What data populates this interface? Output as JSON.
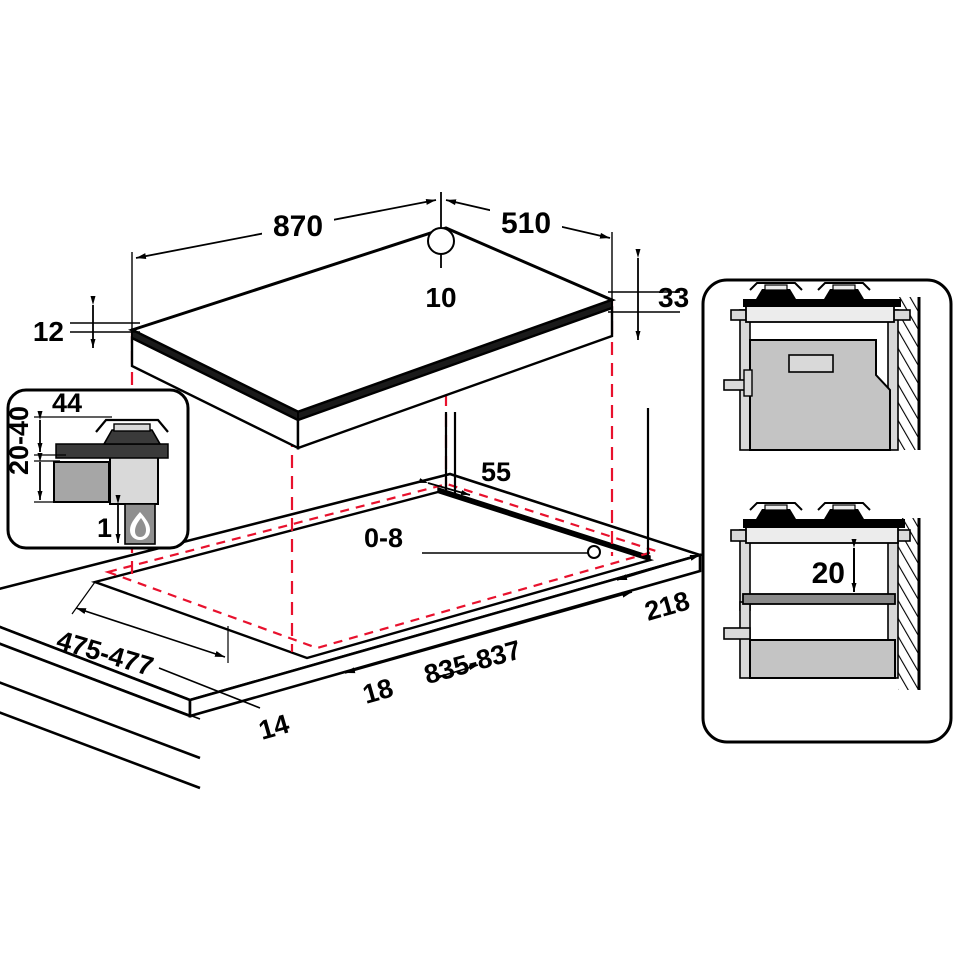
{
  "document": {
    "type": "technical-installation-drawing",
    "subject": "Built-in gas hob installation dimensions",
    "units": "mm",
    "background_color": "#ffffff",
    "line_color": "#000000",
    "projection_line_color": "#e8112d",
    "fill_light": "#d9d9d9",
    "fill_mid": "#a6a6a6",
    "fill_dark": "#3a3a3a",
    "fill_pale": "#ececec"
  },
  "appliance_view": {
    "name": "hob-isometric-view",
    "dimensions": {
      "width_left": "870",
      "width_right": "510",
      "thickness_top": "10",
      "edge_left": "12",
      "edge_right": "33"
    }
  },
  "worktop_view": {
    "name": "worktop-cutout-isometric-view",
    "dimensions": {
      "rear_gap": "55",
      "front_gap": "0-8",
      "cutout_depth": "475-477",
      "cutout_width": "835-837",
      "worktop_front_edge": "218",
      "front_strip": "18",
      "worktop_thickness": "14"
    }
  },
  "inset_left": {
    "name": "burner-detail-inset",
    "dimensions": {
      "burner_height": "44",
      "worktop_thickness_range": "20-40",
      "clearance": "1"
    },
    "icons": {
      "gas": "gas-flame-icon"
    }
  },
  "inset_right": {
    "name": "cabinet-section-inset",
    "views": [
      {
        "name": "cabinet-with-oven-section",
        "dimension": null
      },
      {
        "name": "cabinet-with-shelf-section",
        "dimension": "20"
      }
    ]
  },
  "labels": {
    "d_870": "870",
    "d_510": "510",
    "d_10": "10",
    "d_12": "12",
    "d_33": "33",
    "d_55": "55",
    "d_0_8": "0-8",
    "d_475_477": "475-477",
    "d_835_837": "835-837",
    "d_218": "218",
    "d_18": "18",
    "d_14": "14",
    "d_44": "44",
    "d_20_40": "20-40",
    "d_1": "1",
    "d_20": "20"
  }
}
